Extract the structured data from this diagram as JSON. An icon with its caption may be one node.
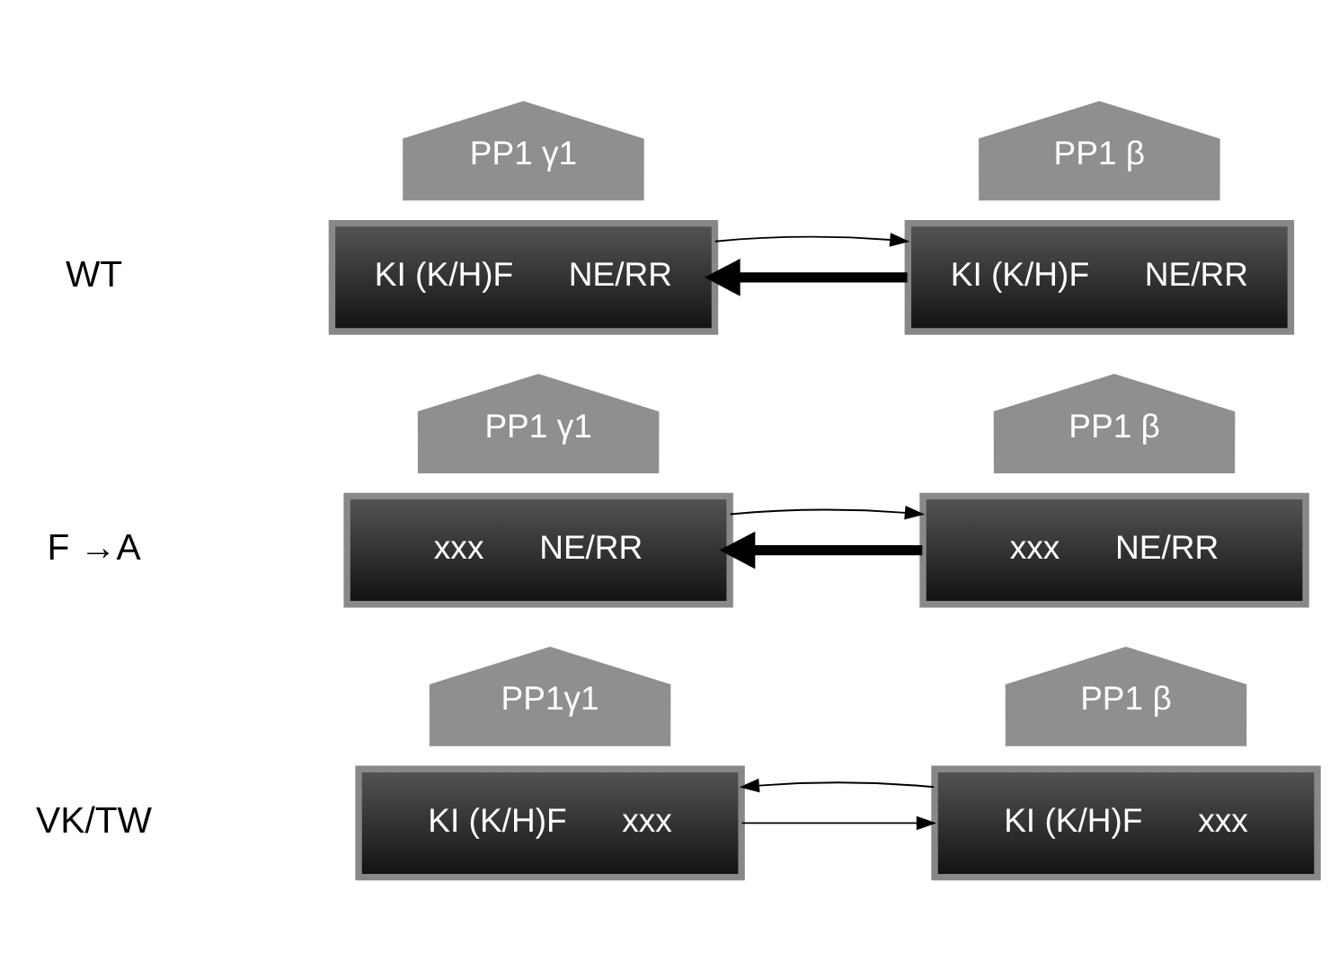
{
  "diagram": {
    "nodes": [
      {
        "text": [
          "PP1 γ1"
        ]
      },
      {
        "text": [
          "KI (K/H)F",
          "NE/RR"
        ]
      },
      {
        "text": [
          "PP1 β"
        ]
      },
      {
        "text": [
          "KI (K/H)F",
          "NE/RR"
        ]
      },
      {
        "text": [
          "PP1 γ1"
        ]
      },
      {
        "text": [
          "xxx",
          "NE/RR"
        ]
      },
      {
        "text": [
          "PP1 β"
        ]
      },
      {
        "text": [
          "xxx",
          "NE/RR"
        ]
      },
      {
        "text": [
          "PP1γ1"
        ]
      },
      {
        "text": [
          "KI (K/H)F",
          "xxx"
        ]
      },
      {
        "text": [
          "PP1 β"
        ]
      },
      {
        "text": [
          "KI (K/H)F",
          "xxx"
        ]
      }
    ],
    "edges": [
      {
        "from": 3,
        "to": 1,
        "arrow": "to",
        "style": "thick"
      },
      {
        "from": 1,
        "to": 3,
        "arrow": "to"
      },
      {
        "from": 7,
        "to": 5,
        "arrow": "to",
        "style": "thick"
      },
      {
        "from": 5,
        "to": 7,
        "arrow": "to"
      },
      {
        "from": 9,
        "to": 11,
        "arrow": "to"
      },
      {
        "from": 11,
        "to": 9,
        "arrow": "to"
      }
    ],
    "labels": [
      "WT",
      "F →A",
      "VK/TW"
    ]
  }
}
